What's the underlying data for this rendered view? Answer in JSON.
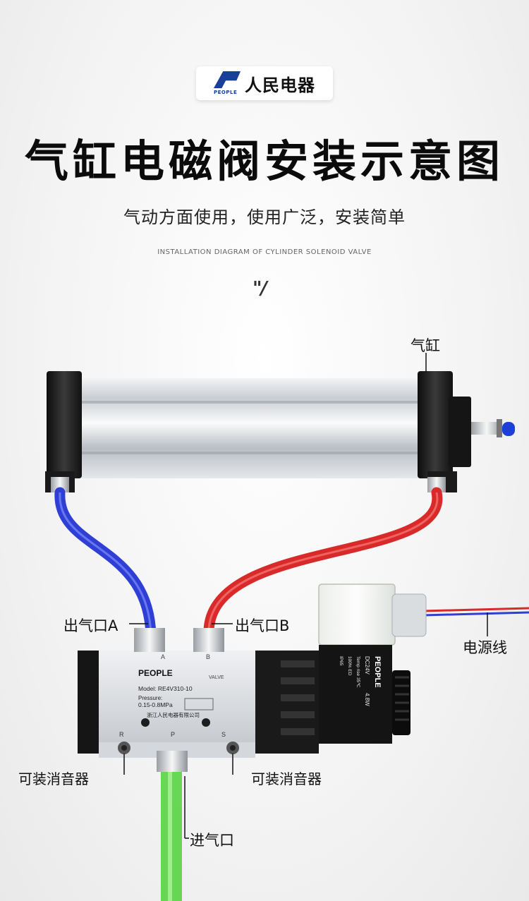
{
  "brand": {
    "name": "人民电器",
    "mark_text": "PEOPLE",
    "color": "#1a3f9a"
  },
  "header": {
    "title": "气缸电磁阀安装示意图",
    "subtitle": "气动方面使用，使用广泛，安装简单",
    "english": "INSTALLATION DIAGRAM OF CYLINDER SOLENOID VALVE",
    "quote_mark": "\"/"
  },
  "labels": {
    "cylinder": "气缸",
    "outlet_a": "出气口A",
    "outlet_b": "出气口B",
    "power_cord": "电源线",
    "muffler_left": "可装消音器",
    "muffler_right": "可装消音器",
    "inlet": "进气口"
  },
  "valve": {
    "brand": "PEOPLE",
    "type": "VALVE",
    "model": "Model:  RE4V310-10",
    "pressure_label": "Pressure:",
    "pressure_value": "0.15-0.8MPa",
    "maker": "浙江人民电器有限公司",
    "port_a": "A",
    "port_b": "B",
    "port_r": "R",
    "port_p": "P",
    "port_s": "S"
  },
  "coil": {
    "brand": "PEOPLE",
    "voltage": "DC24V",
    "power": "4.8W",
    "temp": "Temp rise 35℃",
    "duty": "100% ED",
    "ip": "IP65"
  },
  "colors": {
    "hose_a": "#2f3fd6",
    "hose_b": "#d92a2a",
    "hose_inlet": "#4fd13a",
    "body": "#1e1e1e"
  }
}
